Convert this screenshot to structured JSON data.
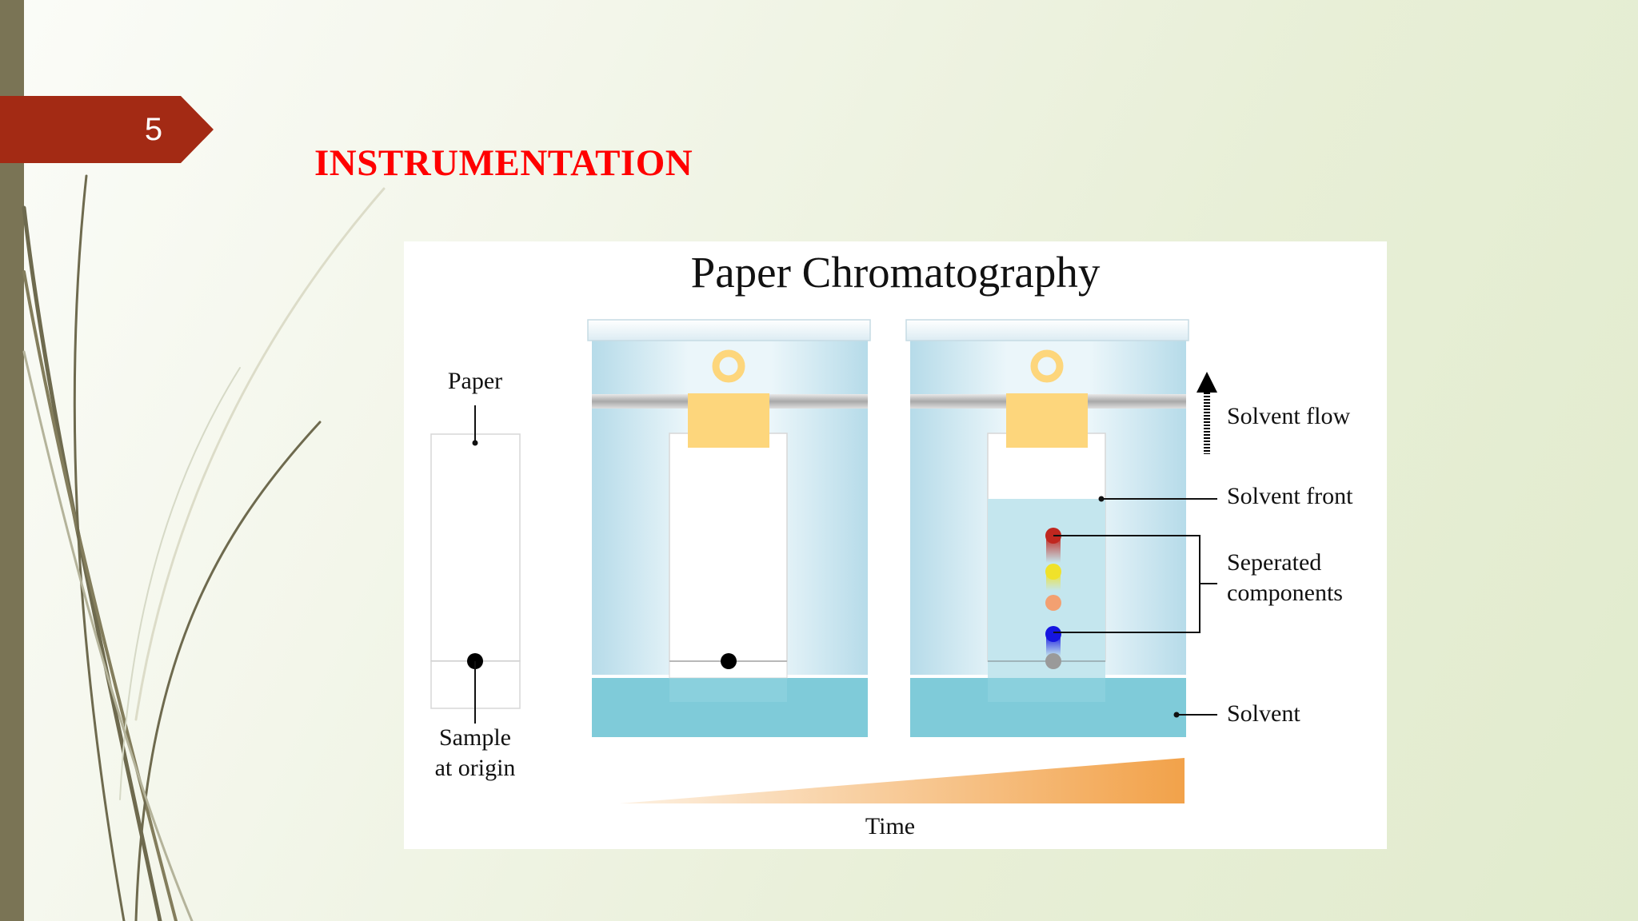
{
  "slide": {
    "number": "5",
    "title": "INSTRUMENTATION"
  },
  "figure": {
    "title": "Paper Chromatography",
    "labels": {
      "paper": "Paper",
      "sample_line1": "Sample",
      "sample_line2": "at origin",
      "solvent_flow": "Solvent flow",
      "solvent_front": "Solvent front",
      "separated_line1": "Seperated",
      "separated_line2": "components",
      "solvent": "Solvent",
      "time": "Time"
    },
    "colors": {
      "solvent": "#7fcbd9",
      "clip": "#fdd67c",
      "time_wedge": "#f2a24a",
      "components": [
        "#c0271f",
        "#f0e22a",
        "#f3a071",
        "#1515e0",
        "#9a9a9a"
      ]
    }
  }
}
